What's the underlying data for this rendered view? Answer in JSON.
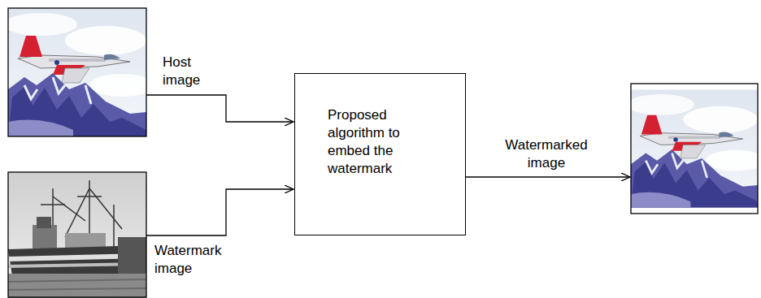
{
  "diagram": {
    "nodes": [
      {
        "text": [
          "Proposed algorithm to embed the watermark"
        ]
      }
    ],
    "labels": [
      "Host image",
      "Watermark image",
      "Watermarked image"
    ]
  }
}
